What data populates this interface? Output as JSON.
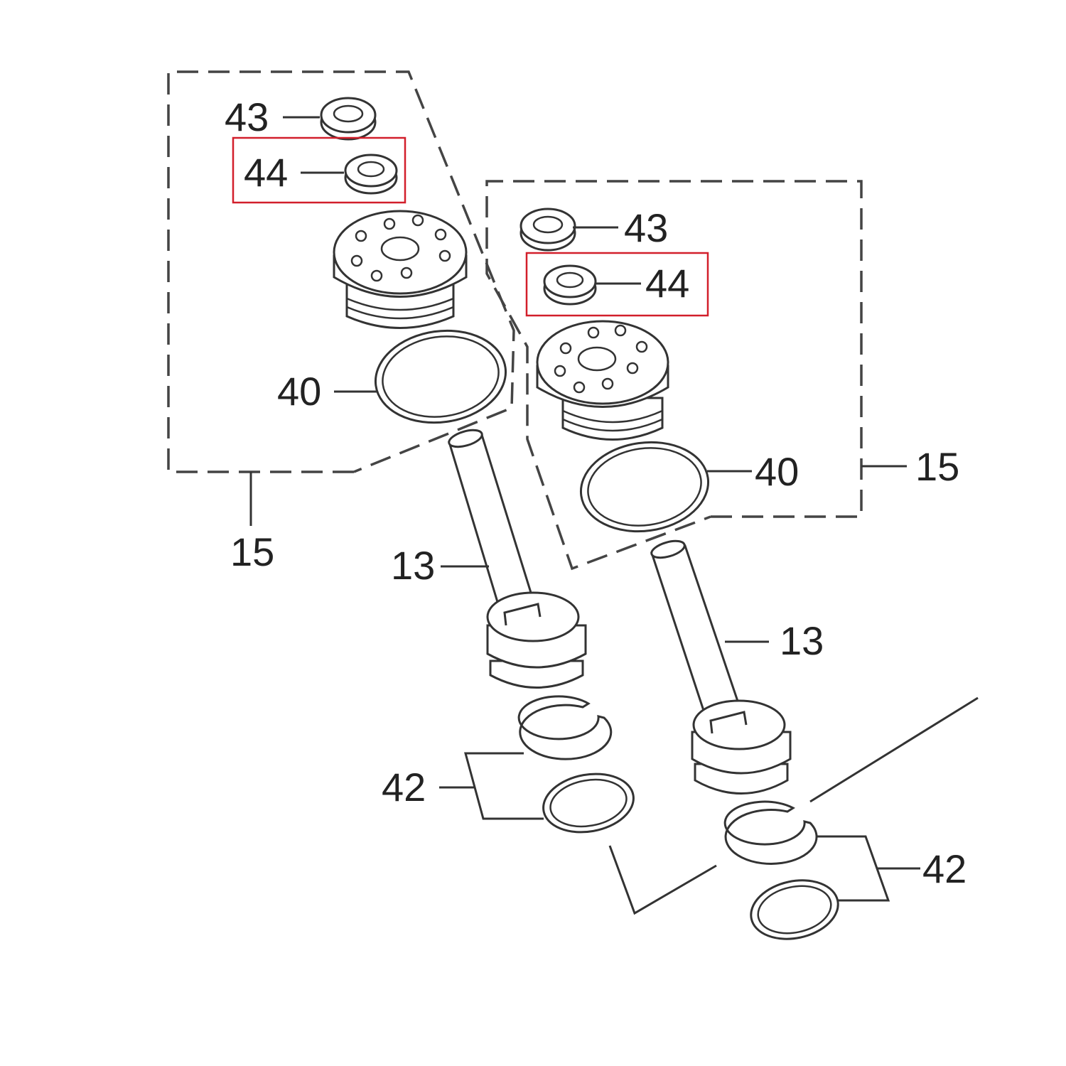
{
  "diagram": {
    "callouts": {
      "left_43": "43",
      "left_44": "44",
      "left_40": "40",
      "left_15": "15",
      "left_13": "13",
      "left_42": "42",
      "right_43": "43",
      "right_44": "44",
      "right_40": "40",
      "right_15": "15",
      "right_13": "13",
      "right_42": "42"
    },
    "highlight_color": "#d21f2b",
    "highlighted_part": "44"
  }
}
